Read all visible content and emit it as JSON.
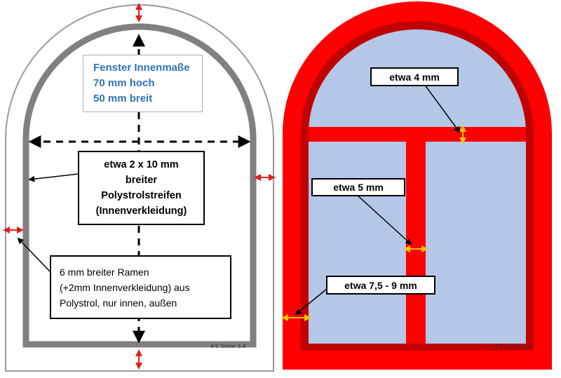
{
  "colors": {
    "frame_gray": "#808080",
    "outline_gray": "#9a9a9a",
    "window_red": "#ff0000",
    "window_dark_red": "#c00000",
    "glass": "#b4c7e7",
    "title_blue": "#2e75b6",
    "marker_red": "#e02020",
    "marker_orange": "#ffc000"
  },
  "left_diagram": {
    "title_lines": [
      "Fenster Innenmaße",
      "70 mm hoch",
      "50 mm breit"
    ],
    "strip_label": [
      "etwa 2 x 10 mm",
      "breiter",
      "Polystrolstreifen",
      "(Innenverkleidung)"
    ],
    "frame_label": [
      "6 mm breiter Ramen",
      "(+2mm Innenverkleidung) aus",
      "Polystrol, nur innen, außen"
    ],
    "credit": "#© Dieter S.#"
  },
  "right_diagram": {
    "label_4mm": "etwa 4 mm",
    "label_5mm": "etwa 5 mm",
    "label_75mm": "etwa 7,5 - 9  mm",
    "credit": "#© Dieter S.#"
  }
}
